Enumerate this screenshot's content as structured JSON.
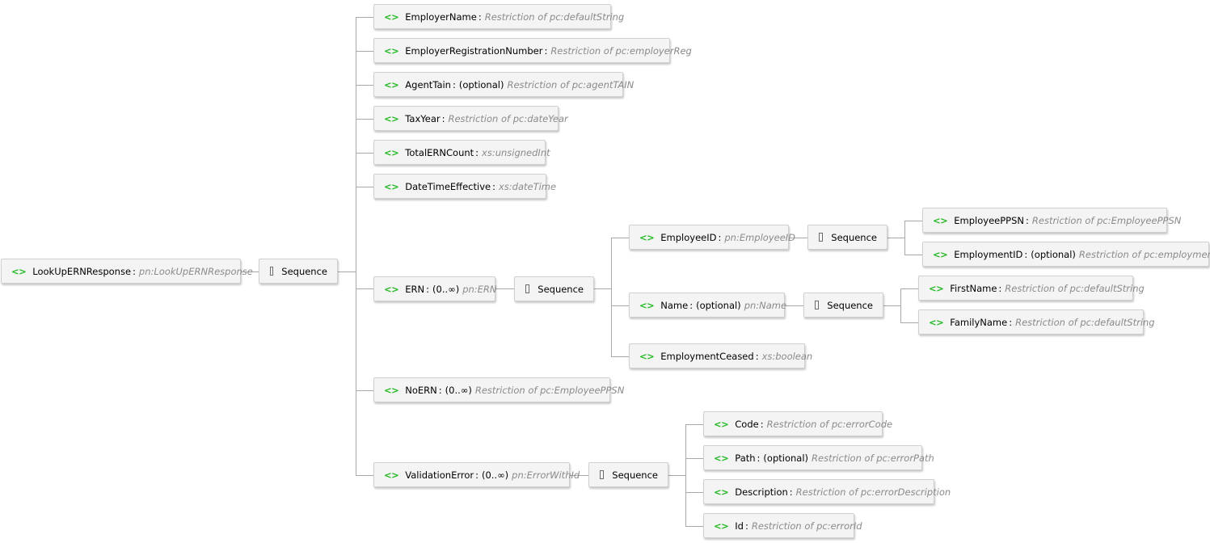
{
  "root": {
    "name": "LookUpERNResponse",
    "type": "pn:LookUpERNResponse"
  },
  "sequence_label": "Sequence",
  "children": [
    {
      "name": "EmployerName",
      "type": "Restriction of pc:defaultString"
    },
    {
      "name": "EmployerRegistrationNumber",
      "type": "Restriction of pc:employerReg"
    },
    {
      "name": "AgentTain",
      "occ": "(optional)",
      "type": "Restriction of pc:agentTAIN"
    },
    {
      "name": "TaxYear",
      "type": "Restriction of pc:dateYear"
    },
    {
      "name": "TotalERNCount",
      "type": "xs:unsignedInt"
    },
    {
      "name": "DateTimeEffective",
      "type": "xs:dateTime"
    },
    {
      "name": "ERN",
      "occ": "(0..∞)",
      "type": "pn:ERN"
    },
    {
      "name": "NoERN",
      "occ": "(0..∞)",
      "type": "Restriction of pc:EmployeePPSN"
    },
    {
      "name": "ValidationError",
      "occ": "(0..∞)",
      "type": "pn:ErrorWithId"
    }
  ],
  "ern_children": [
    {
      "name": "EmployeeID",
      "type": "pn:EmployeeID"
    },
    {
      "name": "Name",
      "occ": "(optional)",
      "type": "pn:Name"
    },
    {
      "name": "EmploymentCeased",
      "type": "xs:boolean"
    }
  ],
  "employeeid_children": [
    {
      "name": "EmployeePPSN",
      "type": "Restriction of pc:EmployeePPSN"
    },
    {
      "name": "EmploymentID",
      "occ": "(optional)",
      "type": "Restriction of pc:employmentID"
    }
  ],
  "name_children": [
    {
      "name": "FirstName",
      "type": "Restriction of pc:defaultString"
    },
    {
      "name": "FamilyName",
      "type": "Restriction of pc:defaultString"
    }
  ],
  "validationerror_children": [
    {
      "name": "Code",
      "type": "Restriction of pc:errorCode"
    },
    {
      "name": "Path",
      "occ": "(optional)",
      "type": "Restriction of pc:errorPath"
    },
    {
      "name": "Description",
      "type": "Restriction of pc:errorDescription"
    },
    {
      "name": "Id",
      "type": "Restriction of pc:errorId"
    }
  ]
}
